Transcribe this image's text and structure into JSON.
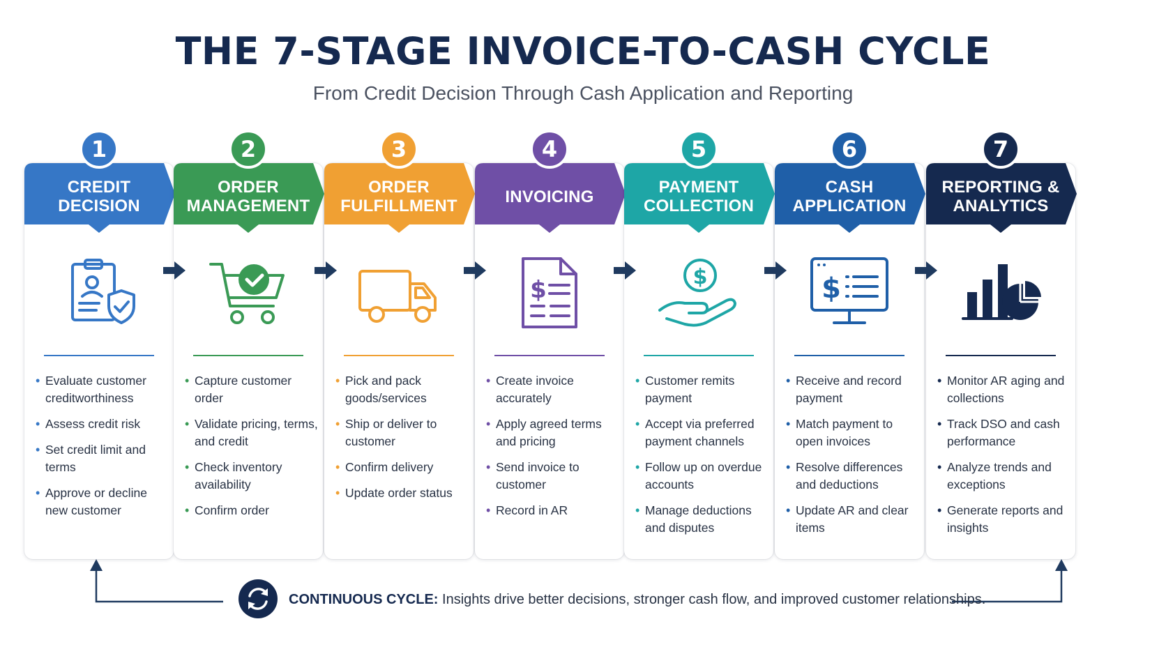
{
  "header": {
    "title": "THE 7-STAGE INVOICE-TO-CASH CYCLE",
    "subtitle": "From Credit Decision Through Cash Application and Reporting"
  },
  "stages": [
    {
      "number": "1",
      "title": "CREDIT DECISION",
      "color": "#3677c6",
      "icon": "clipboard-shield-icon",
      "bullets": [
        "Evaluate customer creditworthiness",
        "Assess credit risk",
        "Set credit limit and terms",
        "Approve or decline new customer"
      ]
    },
    {
      "number": "2",
      "title": "ORDER MANAGEMENT",
      "color": "#3a9a55",
      "icon": "cart-check-icon",
      "bullets": [
        "Capture customer order",
        "Validate pricing, terms, and credit",
        "Check inventory availability",
        "Confirm order"
      ]
    },
    {
      "number": "3",
      "title": "ORDER FULFILLMENT",
      "color": "#f0a033",
      "icon": "truck-icon",
      "bullets": [
        "Pick and pack goods/services",
        "Ship or deliver to customer",
        "Confirm delivery",
        "Update order status"
      ]
    },
    {
      "number": "4",
      "title": "INVOICING",
      "color": "#6f4fa6",
      "icon": "invoice-document-icon",
      "bullets": [
        "Create invoice accurately",
        "Apply agreed terms and pricing",
        "Send invoice to customer",
        "Record in AR"
      ]
    },
    {
      "number": "5",
      "title": "PAYMENT COLLECTION",
      "color": "#1ea6a6",
      "icon": "hand-coin-icon",
      "bullets": [
        "Customer remits payment",
        "Accept via preferred payment channels",
        "Follow up on overdue accounts",
        "Manage deductions and disputes"
      ]
    },
    {
      "number": "6",
      "title": "CASH APPLICATION",
      "color": "#1f5fa8",
      "icon": "monitor-dollar-icon",
      "bullets": [
        "Receive and record payment",
        "Match payment to open invoices",
        "Resolve differences and deductions",
        "Update AR and clear items"
      ]
    },
    {
      "number": "7",
      "title": "REPORTING & ANALYTICS",
      "color": "#15294f",
      "icon": "bar-pie-chart-icon",
      "bullets": [
        "Monitor AR aging and collections",
        "Track DSO and cash performance",
        "Analyze trends and exceptions",
        "Generate reports and insights"
      ]
    }
  ],
  "footer": {
    "label": "CONTINUOUS CYCLE:",
    "text": "Insights drive better decisions, stronger cash flow, and improved customer relationships.",
    "icon": "refresh-cycle-icon"
  },
  "colors": {
    "navy": "#15294f",
    "line": "#1f3a5f"
  }
}
